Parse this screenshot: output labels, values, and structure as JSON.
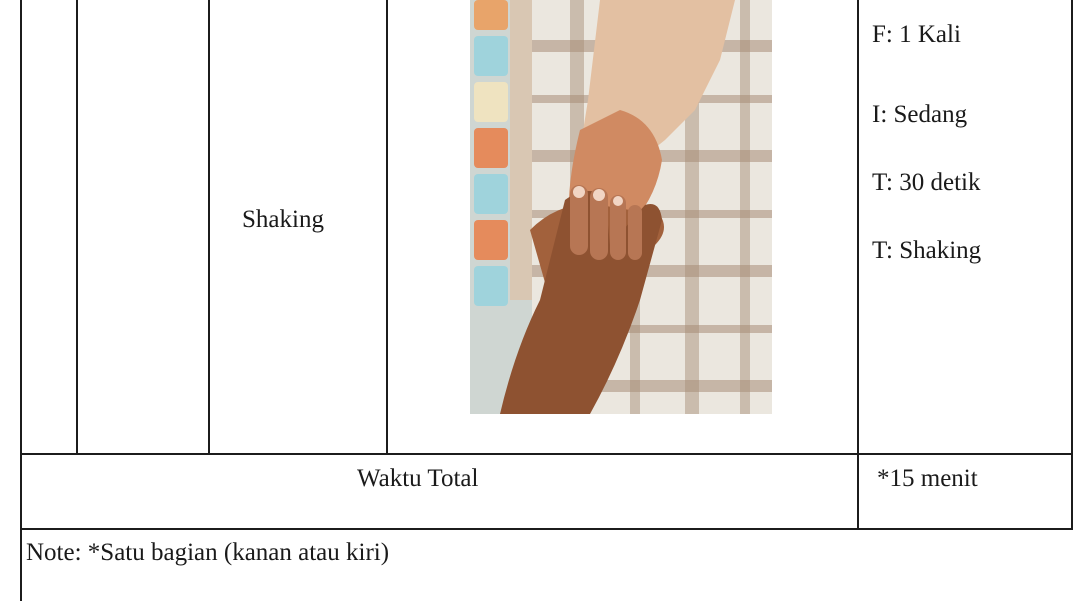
{
  "technique": {
    "name": "Shaking",
    "photo_alt": "shaking-massage-photo"
  },
  "dosage": {
    "frequency": "F: 1  Kali",
    "intensity": "I: Sedang",
    "time": "T: 30 detik",
    "type": "T: Shaking"
  },
  "total": {
    "label": "Waktu Total",
    "value": "*15 menit"
  },
  "note": {
    "text": "Note: *Satu bagian (kanan atau kiri)"
  },
  "colors": {
    "border": "#1c1c1c",
    "skin": "#d49a72",
    "sheet": "#e9e5dd",
    "check": "#a8907a"
  }
}
